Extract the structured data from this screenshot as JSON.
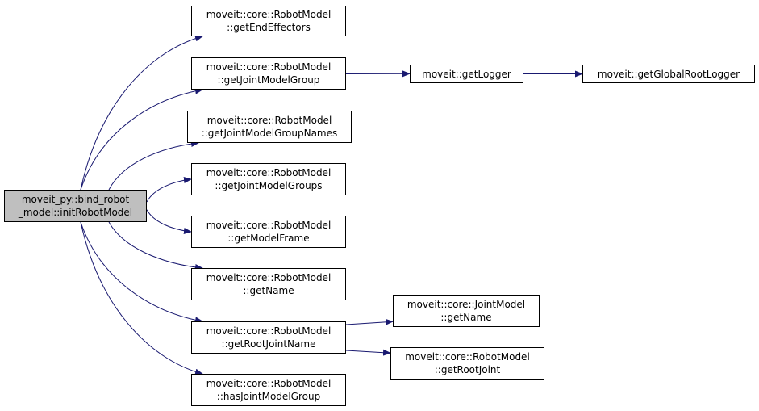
{
  "colors": {
    "edge": "#191970",
    "root_fill": "#bfbfbf",
    "node_fill": "#ffffff",
    "border": "#000000"
  },
  "nodes": {
    "root": {
      "line1": "moveit_py::bind_robot",
      "line2": "_model::initRobotModel"
    },
    "getEndEffectors": {
      "line1": "moveit::core::RobotModel",
      "line2": "::getEndEffectors"
    },
    "getJointModelGroup": {
      "line1": "moveit::core::RobotModel",
      "line2": "::getJointModelGroup"
    },
    "getJointModelGroupNames": {
      "line1": "moveit::core::RobotModel",
      "line2": "::getJointModelGroupNames"
    },
    "getJointModelGroups": {
      "line1": "moveit::core::RobotModel",
      "line2": "::getJointModelGroups"
    },
    "getModelFrame": {
      "line1": "moveit::core::RobotModel",
      "line2": "::getModelFrame"
    },
    "getName": {
      "line1": "moveit::core::RobotModel",
      "line2": "::getName"
    },
    "getRootJointName": {
      "line1": "moveit::core::RobotModel",
      "line2": "::getRootJointName"
    },
    "hasJointModelGroup": {
      "line1": "moveit::core::RobotModel",
      "line2": "::hasJointModelGroup"
    },
    "getLogger": {
      "label": "moveit::getLogger"
    },
    "getGlobalRootLogger": {
      "label": "moveit::getGlobalRootLogger"
    },
    "jointModelGetName": {
      "line1": "moveit::core::JointModel",
      "line2": "::getName"
    },
    "getRootJoint": {
      "line1": "moveit::core::RobotModel",
      "line2": "::getRootJoint"
    }
  },
  "edges": [
    [
      "root",
      "getEndEffectors"
    ],
    [
      "root",
      "getJointModelGroup"
    ],
    [
      "root",
      "getJointModelGroupNames"
    ],
    [
      "root",
      "getJointModelGroups"
    ],
    [
      "root",
      "getModelFrame"
    ],
    [
      "root",
      "getName"
    ],
    [
      "root",
      "getRootJointName"
    ],
    [
      "root",
      "hasJointModelGroup"
    ],
    [
      "getJointModelGroup",
      "getLogger"
    ],
    [
      "getLogger",
      "getGlobalRootLogger"
    ],
    [
      "getRootJointName",
      "jointModelGetName"
    ],
    [
      "getRootJointName",
      "getRootJoint"
    ]
  ]
}
